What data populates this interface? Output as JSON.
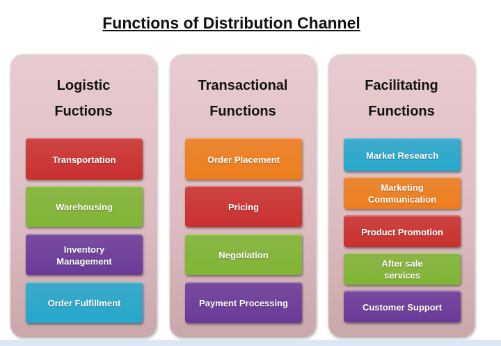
{
  "title": "Functions of Distribution Channel",
  "columns": [
    {
      "heading_line1": "Logistic",
      "heading_line2": "Fuctions",
      "items": [
        {
          "label": "Transportation",
          "color": "#c9302e"
        },
        {
          "label": "Warehousing",
          "color": "#7fb534"
        },
        {
          "label": "Inventory Management",
          "color": "#6a3a9a"
        },
        {
          "label": "Order Fulfillment",
          "color": "#25a7cc"
        }
      ]
    },
    {
      "heading_line1": "Transactional",
      "heading_line2": "Functions",
      "items": [
        {
          "label": "Order Placement",
          "color": "#ec7d1c"
        },
        {
          "label": "Pricing",
          "color": "#c9302e"
        },
        {
          "label": "Negotiation",
          "color": "#7fb534"
        },
        {
          "label": "Payment Processing",
          "color": "#6a3a9a"
        }
      ]
    },
    {
      "heading_line1": "Facilitating",
      "heading_line2": "Functions",
      "items": [
        {
          "label": "Market Research",
          "color": "#25a7cc"
        },
        {
          "label": "Marketing Communication",
          "color": "#ec7d1c"
        },
        {
          "label": "Product Promotion",
          "color": "#c9302e"
        },
        {
          "label": "After sale services",
          "color": "#7fb534"
        },
        {
          "label": "Customer Support",
          "color": "#6a3a9a"
        }
      ]
    }
  ]
}
